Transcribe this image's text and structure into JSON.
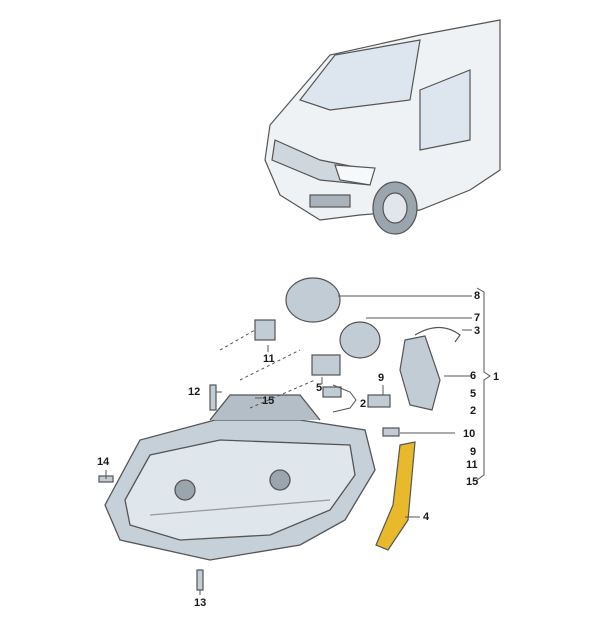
{
  "labels": {
    "l8": "8",
    "l7": "7",
    "l3": "3",
    "l6": "6",
    "l1": "1",
    "l5r": "5",
    "l2r": "2",
    "l10": "10",
    "l9r": "9",
    "l11r": "11",
    "l15r": "15",
    "l11": "11",
    "l5": "5",
    "l12": "12",
    "l15": "15",
    "l9": "9",
    "l2": "2",
    "l14": "14",
    "l4": "4",
    "l13": "13"
  },
  "colors": {
    "line": "#555555",
    "part": "#c9d3dc",
    "bracket": "#e8b92a"
  }
}
